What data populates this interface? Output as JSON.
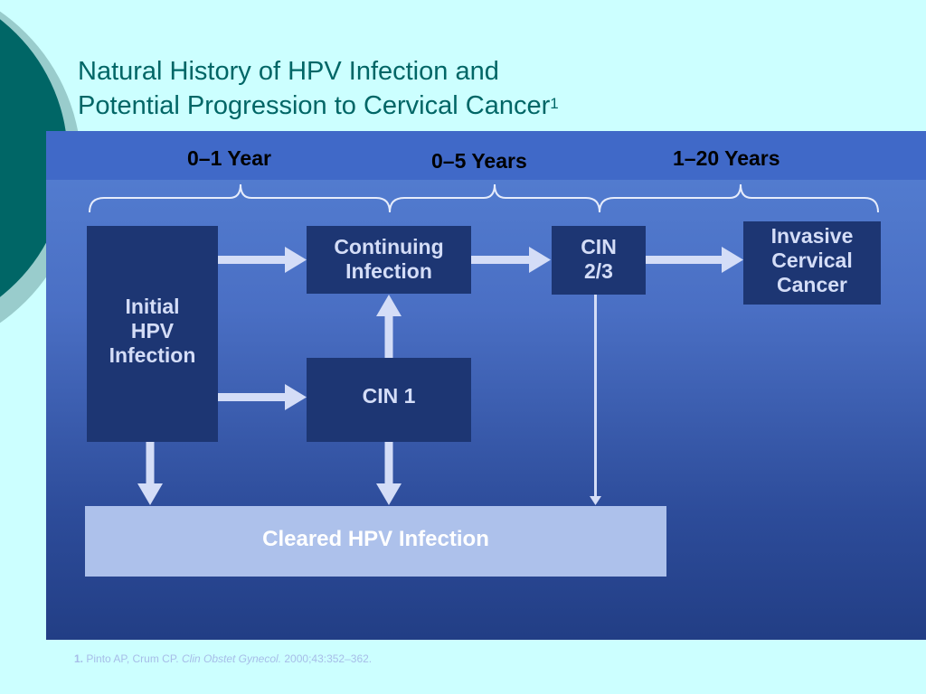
{
  "title": {
    "line1": "Natural History of HPV Infection and",
    "line2": "Potential Progression to Cervical Cancer",
    "superscript": "1"
  },
  "periods": [
    {
      "label": "0–1 Year"
    },
    {
      "label": "0–5 Years"
    },
    {
      "label": "1–20 Years"
    }
  ],
  "nodes": {
    "initial": [
      "Initial",
      "HPV",
      "Infection"
    ],
    "continuing": [
      "Continuing",
      "Infection"
    ],
    "cin1": [
      "CIN 1"
    ],
    "cin23": [
      "CIN",
      "2/3"
    ],
    "invasive": [
      "Invasive",
      "Cervical",
      "Cancer"
    ],
    "cleared": "Cleared HPV Infection"
  },
  "footnote": {
    "number": "1.",
    "authors": "Pinto AP, Crum CP.",
    "journal": "Clin Obstet Gynecol.",
    "citation": "2000;43:352–362."
  },
  "colors": {
    "background": "#ccffff",
    "title": "#006666",
    "panel_top": "#5580d3",
    "panel_bottom": "#223e85",
    "box": "#1d3673",
    "cleared_box": "#adc1eb",
    "arrow": "#d4ddf7"
  }
}
